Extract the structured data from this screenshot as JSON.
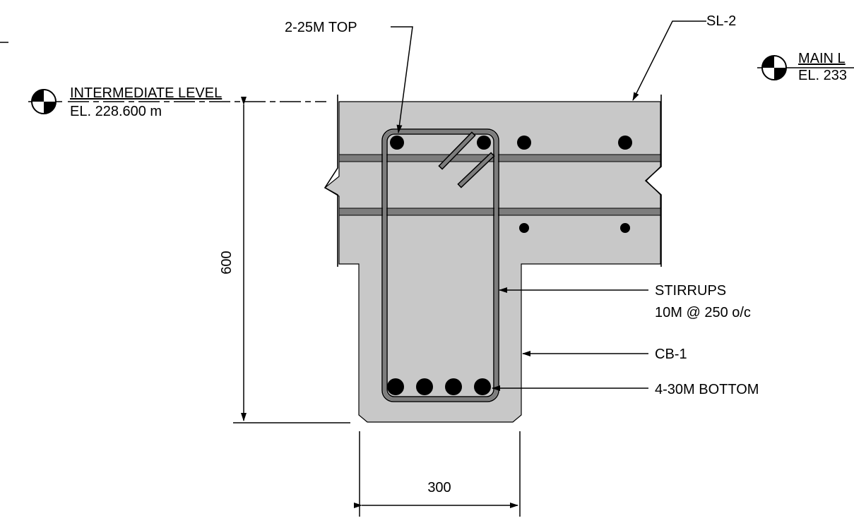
{
  "labels": {
    "top_rebar": "2-25M TOP",
    "slab": "SL-2",
    "intermediate_level_name": "INTERMEDIATE LEVEL",
    "intermediate_level_elev": "EL. 228.600 m",
    "main_level_name": "MAIN L",
    "main_level_elev": "EL. 233",
    "stirrups_line1": "STIRRUPS",
    "stirrups_line2": "10M @ 250 o/c",
    "beam": "CB-1",
    "bottom_rebar": "4-30M BOTTOM"
  },
  "dimensions": {
    "depth": "600",
    "width": "300"
  },
  "colors": {
    "concrete": "#c8c8c8",
    "rebar_bar": "#7d7d7d",
    "line": "#000000"
  }
}
